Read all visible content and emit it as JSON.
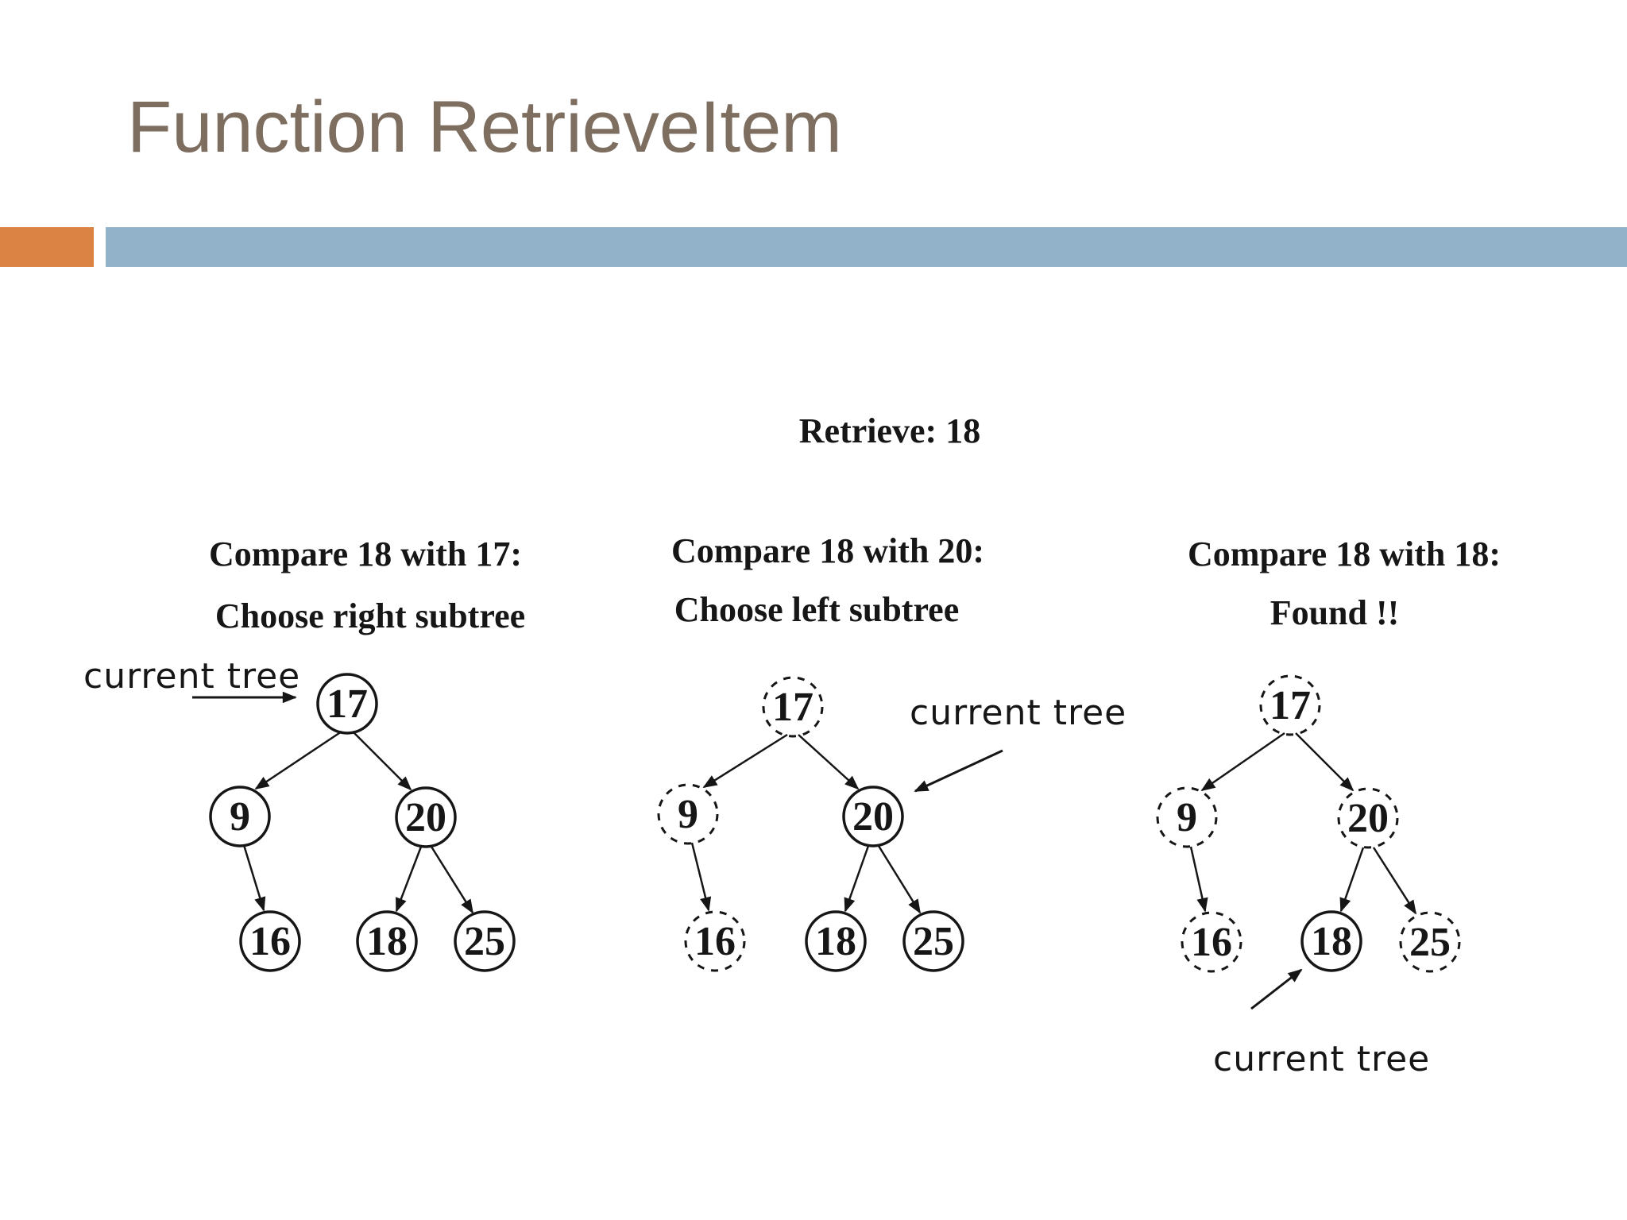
{
  "slide": {
    "title": "Function RetrieveItem"
  },
  "colors": {
    "title_text": "#7d6e60",
    "accent_orange": "#db8345",
    "accent_blue": "#92b2ca",
    "ink": "#161616"
  },
  "figure": {
    "query_label": "Retrieve: 18",
    "pointer_label": "current tree",
    "steps": [
      {
        "caption_line1": "Compare 18 with 17:",
        "caption_line2": "Choose right subtree",
        "current_node": "17",
        "nodes": [
          {
            "value": "17",
            "dotted": false
          },
          {
            "value": "9",
            "dotted": false
          },
          {
            "value": "20",
            "dotted": false
          },
          {
            "value": "16",
            "dotted": false
          },
          {
            "value": "18",
            "dotted": false
          },
          {
            "value": "25",
            "dotted": false
          }
        ]
      },
      {
        "caption_line1": "Compare 18 with 20:",
        "caption_line2": "Choose left subtree",
        "current_node": "20",
        "nodes": [
          {
            "value": "17",
            "dotted": true
          },
          {
            "value": "9",
            "dotted": true
          },
          {
            "value": "20",
            "dotted": false
          },
          {
            "value": "16",
            "dotted": true
          },
          {
            "value": "18",
            "dotted": false
          },
          {
            "value": "25",
            "dotted": false
          }
        ]
      },
      {
        "caption_line1": "Compare 18 with 18:",
        "caption_line2": "Found !!",
        "current_node": "18",
        "nodes": [
          {
            "value": "17",
            "dotted": true
          },
          {
            "value": "9",
            "dotted": true
          },
          {
            "value": "20",
            "dotted": true
          },
          {
            "value": "16",
            "dotted": true
          },
          {
            "value": "18",
            "dotted": false
          },
          {
            "value": "25",
            "dotted": true
          }
        ]
      }
    ]
  }
}
